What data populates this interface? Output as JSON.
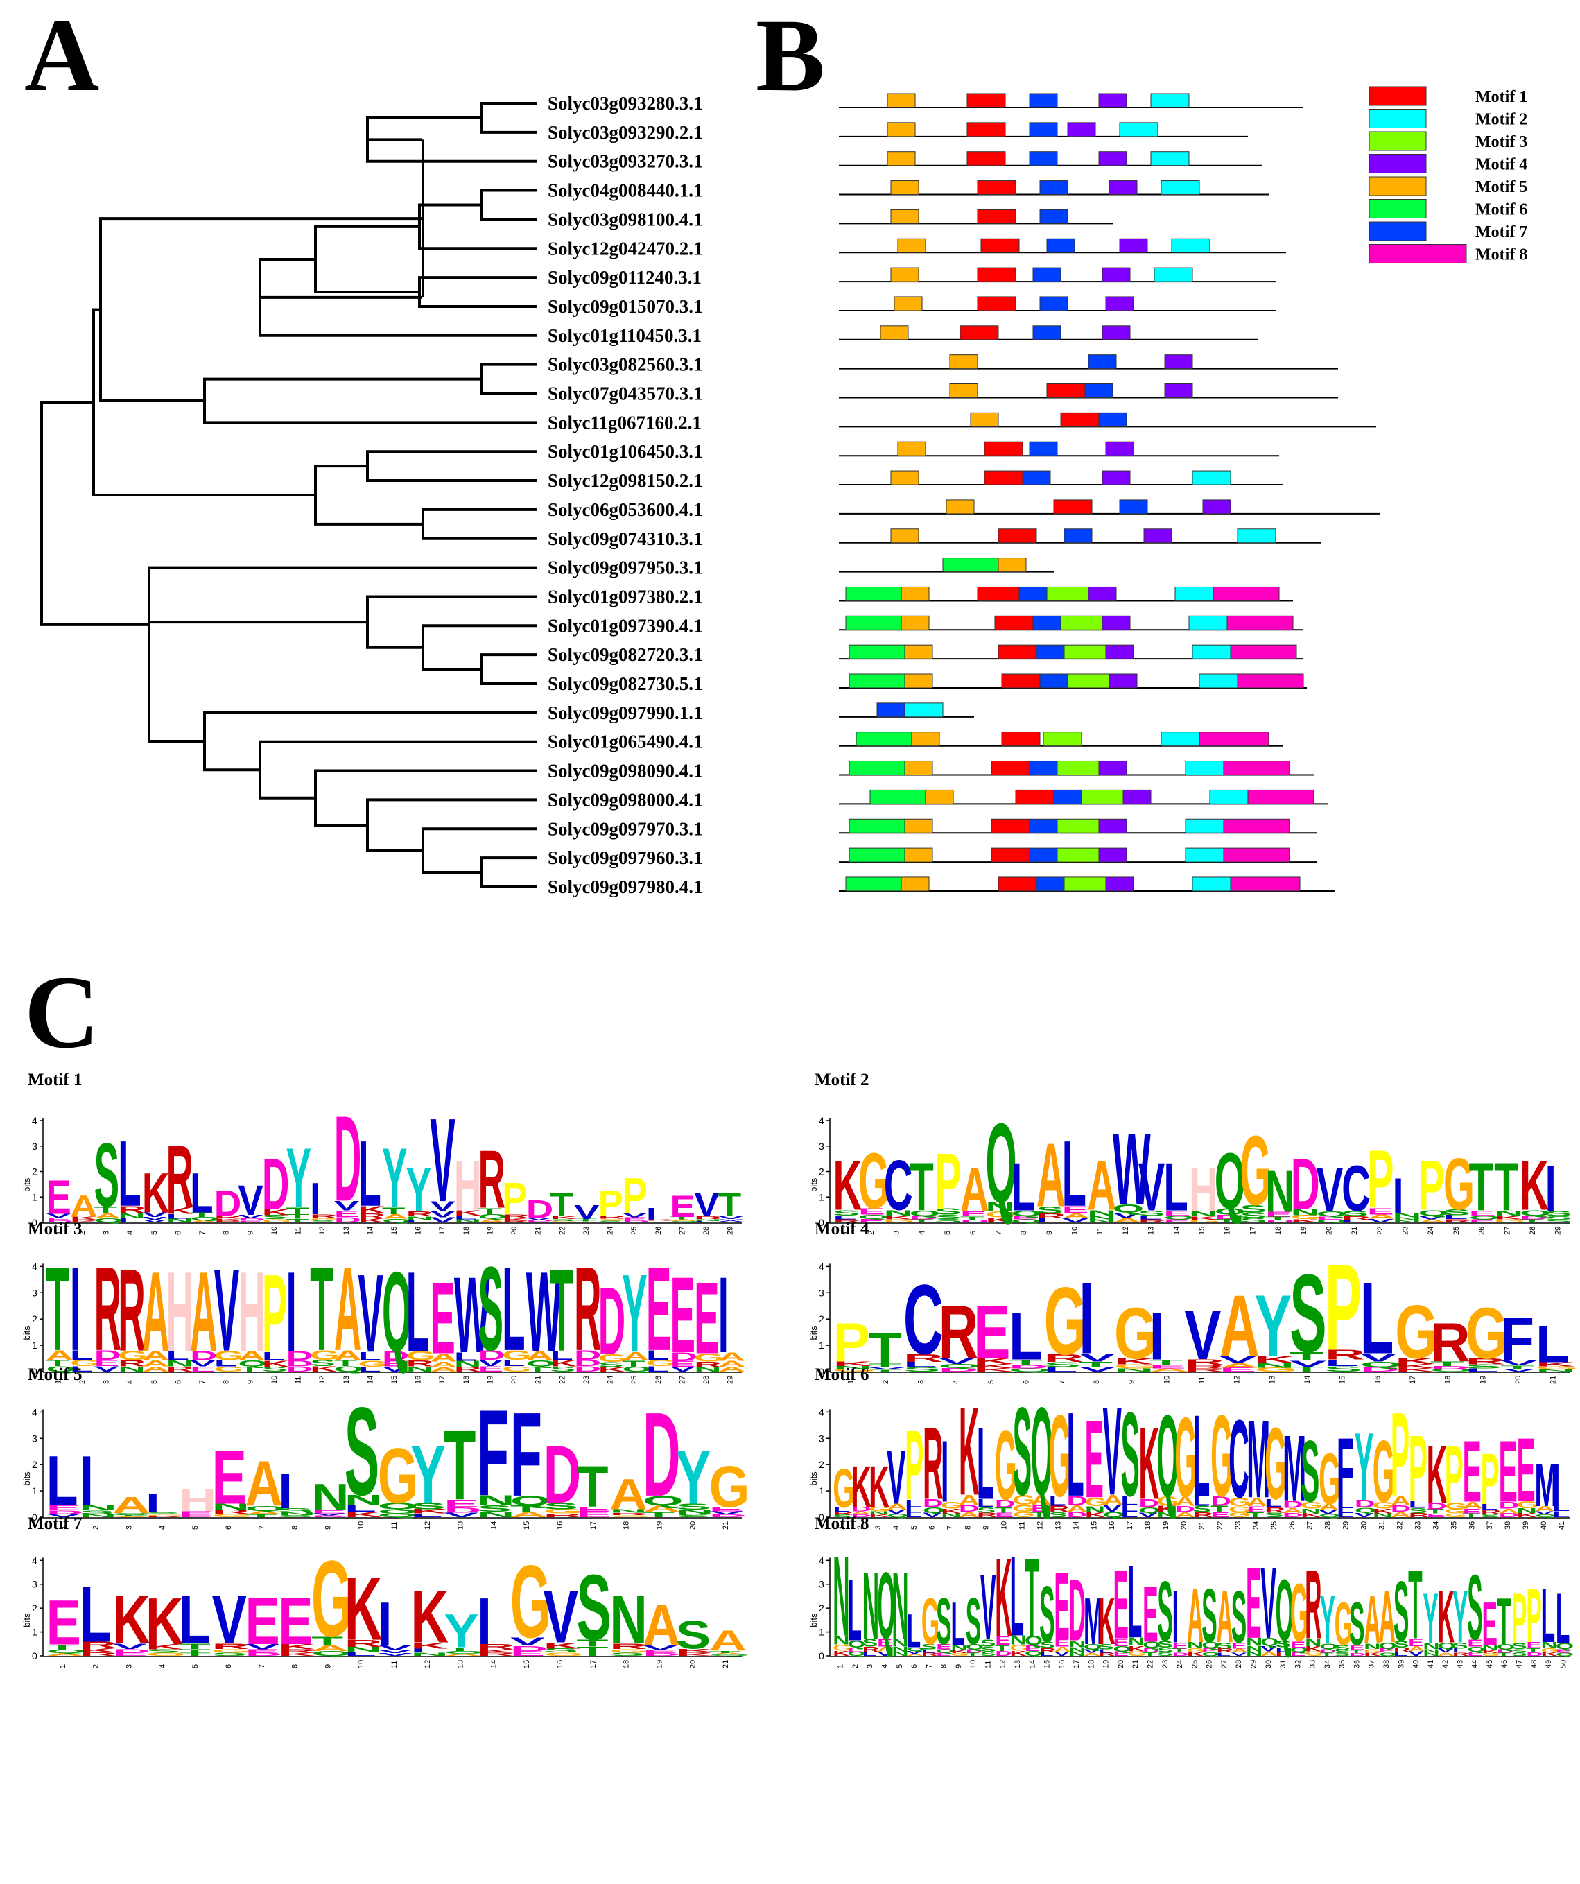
{
  "panels": {
    "a": "A",
    "b": "B",
    "c": "C"
  },
  "colors": {
    "motif1": "#ff0000",
    "motif2": "#00ffff",
    "motif3": "#80ff00",
    "motif4": "#8000ff",
    "motif5": "#ffb000",
    "motif6": "#00ff40",
    "motif7": "#0040ff",
    "motif8": "#ff00c0"
  },
  "legend": [
    "Motif 1",
    "Motif 2",
    "Motif 3",
    "Motif 4",
    "Motif 5",
    "Motif 6",
    "Motif 7",
    "Motif 8"
  ],
  "genes": [
    "Solyc03g093280.3.1",
    "Solyc03g093290.2.1",
    "Solyc03g093270.3.1",
    "Solyc04g008440.1.1",
    "Solyc03g098100.4.1",
    "Solyc12g042470.2.1",
    "Solyc09g011240.3.1",
    "Solyc09g015070.3.1",
    "Solyc01g110450.3.1",
    "Solyc03g082560.3.1",
    "Solyc07g043570.3.1",
    "Solyc11g067160.2.1",
    "Solyc01g106450.3.1",
    "Solyc12g098150.2.1",
    "Solyc06g053600.4.1",
    "Solyc09g074310.3.1",
    "Solyc09g097950.3.1",
    "Solyc01g097380.2.1",
    "Solyc01g097390.4.1",
    "Solyc09g082720.3.1",
    "Solyc09g082730.5.1",
    "Solyc09g097990.1.1",
    "Solyc01g065490.4.1",
    "Solyc09g098090.4.1",
    "Solyc09g098000.4.1",
    "Solyc09g097970.3.1",
    "Solyc09g097960.3.1",
    "Solyc09g097980.4.1"
  ],
  "motif_maps": [
    {
      "end": 1880,
      "boxes": [
        [
          5,
          1280,
          1320
        ],
        [
          1,
          1395,
          1450
        ],
        [
          7,
          1485,
          1525
        ],
        [
          4,
          1585,
          1625
        ],
        [
          2,
          1660,
          1715
        ]
      ]
    },
    {
      "end": 1800,
      "boxes": [
        [
          5,
          1280,
          1320
        ],
        [
          1,
          1395,
          1450
        ],
        [
          7,
          1485,
          1525
        ],
        [
          4,
          1540,
          1580
        ],
        [
          2,
          1615,
          1670
        ]
      ]
    },
    {
      "end": 1820,
      "boxes": [
        [
          5,
          1280,
          1320
        ],
        [
          1,
          1395,
          1450
        ],
        [
          7,
          1485,
          1525
        ],
        [
          4,
          1585,
          1625
        ],
        [
          2,
          1660,
          1715
        ]
      ]
    },
    {
      "end": 1830,
      "boxes": [
        [
          5,
          1285,
          1325
        ],
        [
          1,
          1410,
          1465
        ],
        [
          7,
          1500,
          1540
        ],
        [
          4,
          1600,
          1640
        ],
        [
          2,
          1675,
          1730
        ]
      ]
    },
    {
      "end": 1605,
      "boxes": [
        [
          5,
          1285,
          1325
        ],
        [
          1,
          1410,
          1465
        ],
        [
          7,
          1500,
          1540
        ]
      ]
    },
    {
      "end": 1855,
      "boxes": [
        [
          5,
          1295,
          1335
        ],
        [
          1,
          1415,
          1470
        ],
        [
          7,
          1510,
          1550
        ],
        [
          4,
          1615,
          1655
        ],
        [
          2,
          1690,
          1745
        ]
      ]
    },
    {
      "end": 1840,
      "boxes": [
        [
          5,
          1285,
          1325
        ],
        [
          1,
          1410,
          1465
        ],
        [
          7,
          1490,
          1530
        ],
        [
          4,
          1590,
          1630
        ],
        [
          2,
          1665,
          1720
        ]
      ]
    },
    {
      "end": 1840,
      "boxes": [
        [
          5,
          1290,
          1330
        ],
        [
          1,
          1410,
          1465
        ],
        [
          7,
          1500,
          1540
        ],
        [
          4,
          1595,
          1635
        ]
      ]
    },
    {
      "end": 1815,
      "boxes": [
        [
          5,
          1270,
          1310
        ],
        [
          1,
          1385,
          1440
        ],
        [
          7,
          1490,
          1530
        ],
        [
          4,
          1590,
          1630
        ]
      ]
    },
    {
      "end": 1930,
      "boxes": [
        [
          5,
          1370,
          1410
        ],
        [
          7,
          1570,
          1610
        ],
        [
          4,
          1680,
          1720
        ]
      ]
    },
    {
      "end": 1930,
      "boxes": [
        [
          5,
          1370,
          1410
        ],
        [
          1,
          1510,
          1565
        ],
        [
          7,
          1565,
          1605
        ],
        [
          4,
          1680,
          1720
        ]
      ]
    },
    {
      "end": 1985,
      "boxes": [
        [
          5,
          1400,
          1440
        ],
        [
          1,
          1530,
          1585
        ],
        [
          7,
          1585,
          1625
        ]
      ]
    },
    {
      "end": 1845,
      "boxes": [
        [
          5,
          1295,
          1335
        ],
        [
          1,
          1420,
          1475
        ],
        [
          7,
          1485,
          1525
        ],
        [
          4,
          1595,
          1635
        ]
      ]
    },
    {
      "end": 1850,
      "boxes": [
        [
          5,
          1285,
          1325
        ],
        [
          1,
          1420,
          1475
        ],
        [
          7,
          1475,
          1515
        ],
        [
          4,
          1590,
          1630
        ],
        [
          2,
          1720,
          1775
        ]
      ]
    },
    {
      "end": 1990,
      "boxes": [
        [
          5,
          1365,
          1405
        ],
        [
          1,
          1520,
          1575
        ],
        [
          7,
          1615,
          1655
        ],
        [
          4,
          1735,
          1775
        ]
      ]
    },
    {
      "end": 1905,
      "boxes": [
        [
          5,
          1285,
          1325
        ],
        [
          1,
          1440,
          1495
        ],
        [
          7,
          1535,
          1575
        ],
        [
          4,
          1650,
          1690
        ],
        [
          2,
          1785,
          1840
        ]
      ]
    },
    {
      "end": 1520,
      "boxes": [
        [
          6,
          1360,
          1440
        ],
        [
          5,
          1440,
          1480
        ]
      ]
    },
    {
      "end": 1865,
      "boxes": [
        [
          6,
          1220,
          1300
        ],
        [
          5,
          1300,
          1340
        ],
        [
          1,
          1410,
          1470
        ],
        [
          7,
          1470,
          1510
        ],
        [
          3,
          1510,
          1570
        ],
        [
          4,
          1570,
          1610
        ],
        [
          2,
          1695,
          1750
        ],
        [
          8,
          1750,
          1845
        ]
      ]
    },
    {
      "end": 1880,
      "boxes": [
        [
          6,
          1220,
          1300
        ],
        [
          5,
          1300,
          1340
        ],
        [
          1,
          1435,
          1490
        ],
        [
          7,
          1490,
          1530
        ],
        [
          3,
          1530,
          1590
        ],
        [
          4,
          1590,
          1630
        ],
        [
          2,
          1715,
          1770
        ],
        [
          8,
          1770,
          1865
        ]
      ]
    },
    {
      "end": 1880,
      "boxes": [
        [
          6,
          1225,
          1305
        ],
        [
          5,
          1305,
          1345
        ],
        [
          1,
          1440,
          1495
        ],
        [
          7,
          1495,
          1535
        ],
        [
          3,
          1535,
          1595
        ],
        [
          4,
          1595,
          1635
        ],
        [
          2,
          1720,
          1775
        ],
        [
          8,
          1775,
          1870
        ]
      ]
    },
    {
      "end": 1885,
      "boxes": [
        [
          6,
          1225,
          1305
        ],
        [
          5,
          1305,
          1345
        ],
        [
          1,
          1445,
          1500
        ],
        [
          7,
          1500,
          1540
        ],
        [
          3,
          1540,
          1600
        ],
        [
          4,
          1600,
          1640
        ],
        [
          2,
          1730,
          1785
        ],
        [
          8,
          1785,
          1880
        ]
      ]
    },
    {
      "end": 1405,
      "boxes": [
        [
          7,
          1265,
          1305
        ],
        [
          2,
          1305,
          1360
        ]
      ]
    },
    {
      "end": 1850,
      "boxes": [
        [
          6,
          1235,
          1315
        ],
        [
          5,
          1315,
          1355
        ],
        [
          1,
          1445,
          1500
        ],
        [
          3,
          1505,
          1560
        ],
        [
          2,
          1675,
          1730
        ],
        [
          8,
          1730,
          1830
        ]
      ]
    },
    {
      "end": 1895,
      "boxes": [
        [
          6,
          1225,
          1305
        ],
        [
          5,
          1305,
          1345
        ],
        [
          1,
          1430,
          1485
        ],
        [
          7,
          1485,
          1525
        ],
        [
          3,
          1525,
          1585
        ],
        [
          4,
          1585,
          1625
        ],
        [
          2,
          1710,
          1765
        ],
        [
          8,
          1765,
          1860
        ]
      ]
    },
    {
      "end": 1915,
      "boxes": [
        [
          6,
          1255,
          1335
        ],
        [
          5,
          1335,
          1375
        ],
        [
          1,
          1465,
          1520
        ],
        [
          7,
          1520,
          1560
        ],
        [
          3,
          1560,
          1620
        ],
        [
          4,
          1620,
          1660
        ],
        [
          2,
          1745,
          1800
        ],
        [
          8,
          1800,
          1895
        ]
      ]
    },
    {
      "end": 1900,
      "boxes": [
        [
          6,
          1225,
          1305
        ],
        [
          5,
          1305,
          1345
        ],
        [
          1,
          1430,
          1485
        ],
        [
          7,
          1485,
          1525
        ],
        [
          3,
          1525,
          1585
        ],
        [
          4,
          1585,
          1625
        ],
        [
          2,
          1710,
          1765
        ],
        [
          8,
          1765,
          1860
        ]
      ]
    },
    {
      "end": 1900,
      "boxes": [
        [
          6,
          1225,
          1305
        ],
        [
          5,
          1305,
          1345
        ],
        [
          1,
          1430,
          1485
        ],
        [
          7,
          1485,
          1525
        ],
        [
          3,
          1525,
          1585
        ],
        [
          4,
          1585,
          1625
        ],
        [
          2,
          1710,
          1765
        ],
        [
          8,
          1765,
          1860
        ]
      ]
    },
    {
      "end": 1925,
      "boxes": [
        [
          6,
          1220,
          1300
        ],
        [
          5,
          1300,
          1340
        ],
        [
          1,
          1440,
          1495
        ],
        [
          7,
          1495,
          1535
        ],
        [
          3,
          1535,
          1595
        ],
        [
          4,
          1595,
          1635
        ],
        [
          2,
          1720,
          1775
        ],
        [
          8,
          1775,
          1875
        ]
      ]
    }
  ],
  "logos": [
    {
      "title": "Motif 1",
      "len": 29,
      "seq": "EASLKRLDVDYIDLYYVHRPDTVPPIEVT",
      "ht": [
        1.7,
        1.1,
        3.2,
        3.3,
        2.0,
        3.1,
        2.0,
        1.3,
        1.5,
        2.6,
        3.0,
        1.6,
        4.3,
        3.3,
        3.0,
        2.2,
        4.2,
        2.5,
        2.9,
        1.6,
        0.9,
        1.2,
        0.7,
        1.3,
        1.8,
        0.6,
        1.1,
        1.2,
        1.2
      ]
    },
    {
      "title": "Motif 2",
      "len": 29,
      "seq": "KGCTPAQLALAWVLHQGNDVCPIPGTTKI",
      "ht": [
        2.5,
        2.8,
        2.5,
        2.4,
        2.8,
        2.2,
        4.0,
        2.4,
        3.2,
        3.3,
        2.5,
        3.6,
        2.4,
        2.4,
        2.2,
        2.8,
        3.5,
        2.1,
        2.6,
        2.2,
        2.3,
        2.9,
        1.8,
        2.5,
        2.6,
        2.4,
        2.4,
        2.5,
        2.3
      ]
    },
    {
      "title": "Motif 3",
      "len": 29,
      "seq": "TIRRAHAVHPITAVQLEWSLWTRDYEEEI",
      "ht": [
        4.1,
        4.1,
        4.1,
        4.0,
        3.9,
        3.9,
        3.9,
        4.0,
        3.9,
        3.8,
        3.9,
        4.1,
        4.1,
        3.8,
        3.9,
        3.9,
        3.5,
        3.7,
        4.1,
        4.1,
        3.9,
        4.0,
        4.1,
        3.3,
        3.8,
        4.1,
        3.7,
        3.5,
        3.7
      ]
    },
    {
      "title": "Motif 4",
      "len": 21,
      "seq": "PTCRELGIGIVAYSPLGRGFL",
      "ht": [
        1.9,
        1.5,
        3.4,
        2.6,
        2.6,
        2.3,
        3.3,
        3.5,
        2.5,
        2.3,
        2.4,
        3.0,
        3.0,
        3.8,
        4.2,
        3.5,
        2.6,
        1.9,
        2.5,
        2.1,
        1.8
      ]
    },
    {
      "title": "Motif 5",
      "len": 21,
      "seq": "LIAIHEAINSGYTFFDTADYG",
      "ht": [
        2.4,
        2.4,
        0.8,
        0.9,
        1.1,
        2.6,
        2.2,
        1.7,
        1.3,
        4.3,
        2.7,
        2.8,
        3.4,
        4.2,
        4.1,
        2.8,
        2.0,
        1.5,
        4.1,
        2.6,
        2.0
      ]
    },
    {
      "title": "Motif 6",
      "len": 41,
      "seq": "GKKVPRIKLGSQGLEVSKQGLGCMGMSGFYGPPKPEPEEMIK",
      "ht": [
        1.9,
        2.0,
        2.0,
        2.6,
        3.4,
        3.5,
        3.0,
        4.3,
        3.5,
        3.4,
        4.3,
        4.3,
        4.0,
        4.1,
        3.8,
        4.3,
        4.1,
        3.5,
        4.0,
        3.9,
        4.0,
        4.0,
        3.8,
        3.8,
        3.5,
        3.2,
        3.0,
        2.5,
        3.1,
        3.3,
        3.0,
        4.1,
        3.2,
        2.8,
        2.8,
        3.0,
        2.5,
        3.0,
        3.1,
        2.1,
        2.1
      ]
    },
    {
      "title": "Motif 7",
      "len": 21,
      "seq": "ELKKLVEEGKIKYIGVSNASA",
      "ht": [
        2.4,
        3.0,
        2.6,
        2.5,
        2.6,
        2.6,
        2.5,
        2.5,
        4.1,
        3.4,
        2.3,
        2.8,
        1.8,
        2.5,
        3.9,
        2.8,
        3.5,
        2.6,
        2.2,
        1.5,
        1.1
      ]
    },
    {
      "title": "Motif 8",
      "len": 50,
      "seq": "NLNQNLGSLSVKLTSEDMKELESIASASEVQGRYGSAASTYKYSETPPLL",
      "ht": [
        4.3,
        3.3,
        3.6,
        3.6,
        3.6,
        1.8,
        2.5,
        2.5,
        2.3,
        2.5,
        3.5,
        4.2,
        4.3,
        4.2,
        3.0,
        3.6,
        3.3,
        2.5,
        2.5,
        3.7,
        3.9,
        3.0,
        3.2,
        2.8,
        2.9,
        2.9,
        2.8,
        2.8,
        3.8,
        3.8,
        3.3,
        3.1,
        3.7,
        2.6,
        2.3,
        2.3,
        2.6,
        2.8,
        3.2,
        3.7,
        2.7,
        2.8,
        2.8,
        3.5,
        2.3,
        2.5,
        2.7,
        2.9,
        2.9,
        2.7
      ]
    }
  ]
}
